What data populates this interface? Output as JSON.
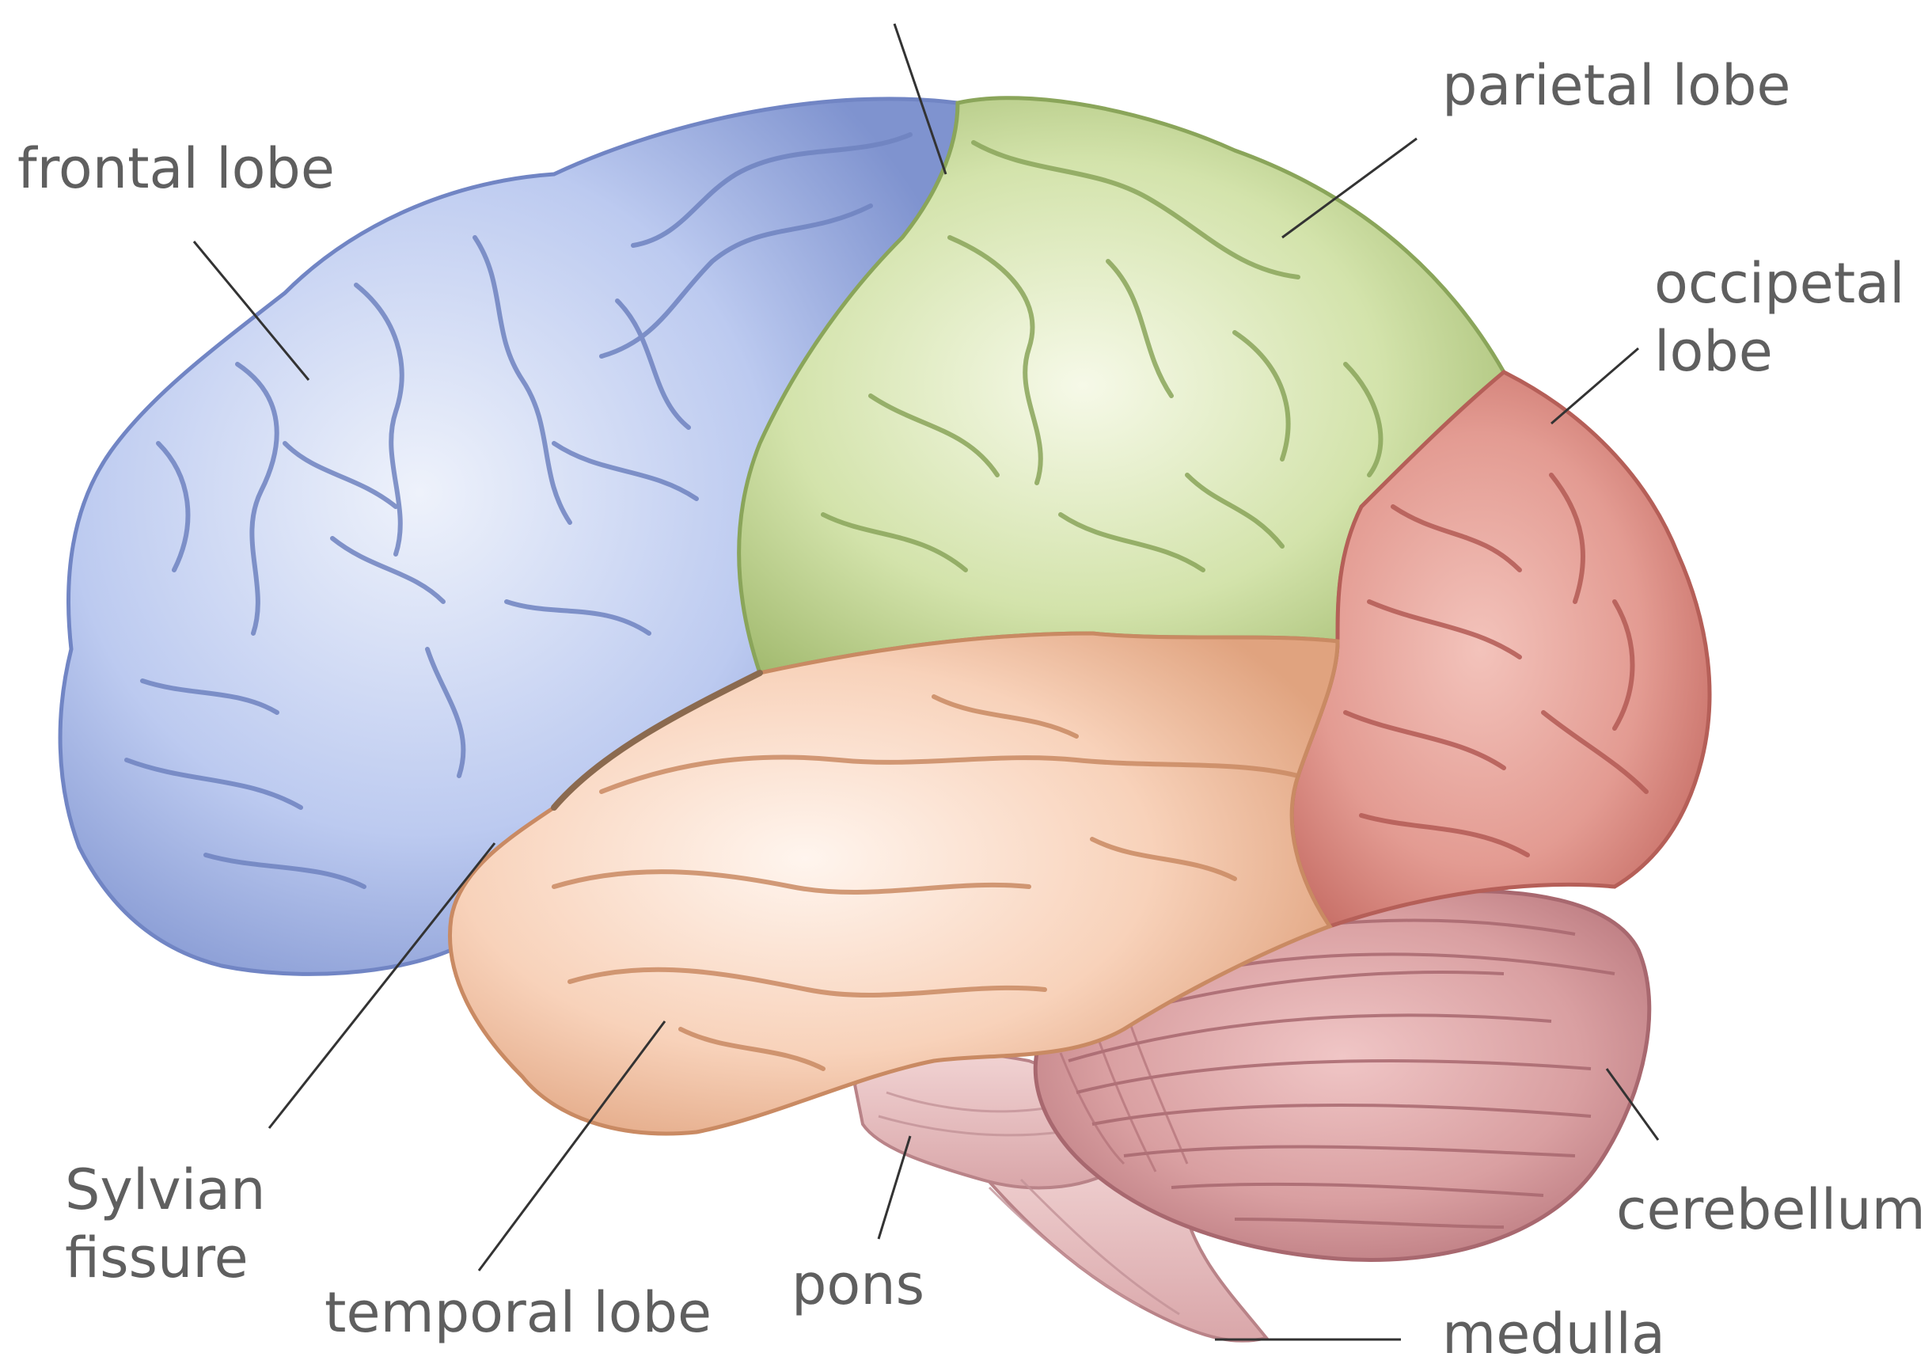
{
  "labels": {
    "frontal_lobe": "frontal lobe",
    "parietal_lobe": "parietal lobe",
    "occipetal_lobe": [
      "occipetal",
      "lobe"
    ],
    "sylvian_fissure": [
      "Sylvian",
      "fissure"
    ],
    "temporal_lobe": "temporal lobe",
    "pons": "pons",
    "cerebellum": "cerebellum",
    "medulla": "medulla"
  },
  "colors": {
    "frontal": "#a9b9e6",
    "parietal": "#c9dc9c",
    "occipital": "#e08f86",
    "temporal": "#f5c9ad",
    "cerebellum": "#d7979b",
    "brainstem": "#e3b3b5",
    "text": "#5f5f5f",
    "leader": "#333333"
  }
}
